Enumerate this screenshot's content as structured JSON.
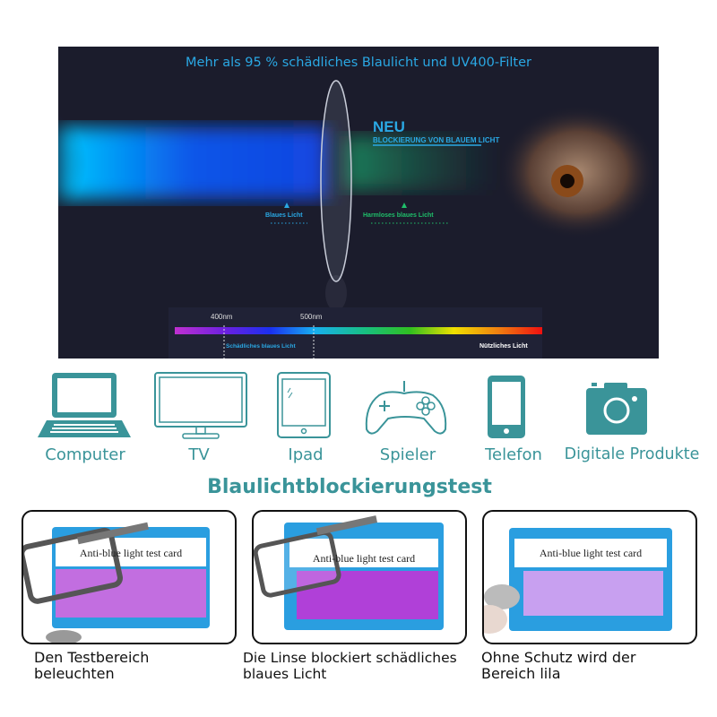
{
  "banner": {
    "title": "Mehr als 95 % schädliches Blaulicht und UV400-Filter",
    "neu": "NEU",
    "subtitle": "BLOCKIERUNG VON BLAUEM LICHT",
    "blue_label": "Blaues Licht",
    "green_label": "Harmloses blaues Licht",
    "spectrum": {
      "tick_400": "400nm",
      "tick_500": "500nm",
      "harmful_label": "Schädliches blaues Licht",
      "useful_label": "Nützliches Licht"
    },
    "colors": {
      "blue": "#2aa8e4",
      "green": "#1fbf6a",
      "background": "#1b1c2c"
    }
  },
  "devices": [
    {
      "label": "Computer",
      "icon": "laptop-icon"
    },
    {
      "label": "TV",
      "icon": "tv-icon"
    },
    {
      "label": "Ipad",
      "icon": "tablet-icon"
    },
    {
      "label": "Spieler",
      "icon": "gamepad-icon"
    },
    {
      "label": "Telefon",
      "icon": "phone-icon"
    },
    {
      "label": "Digitale Produkte",
      "icon": "camera-icon"
    }
  ],
  "accent_color": "#3a9499",
  "test": {
    "title": "Blaulichtblockierungstest",
    "card_text": "Anti-blue light test card",
    "panels": [
      {
        "caption_line1": "Den Testbereich",
        "caption_line2": "beleuchten"
      },
      {
        "caption_line1": "Die Linse blockiert schädliches",
        "caption_line2": "blaues Licht"
      },
      {
        "caption_line1": "Ohne Schutz wird der",
        "caption_line2": "Bereich lila"
      }
    ]
  }
}
